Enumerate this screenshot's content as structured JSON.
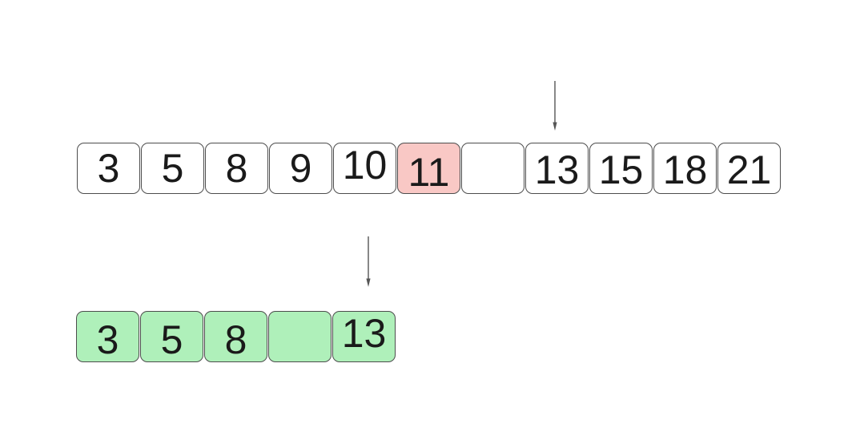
{
  "colors": {
    "background": "#ffffff",
    "cell_fill": "#ffffff",
    "cell_fill_red": "#f9c8c5",
    "cell_fill_green": "#aff0ba",
    "cell_border": "#4d4d4d",
    "text": "#1a1a1a",
    "arrow": "#555555"
  },
  "top_array": {
    "cells": [
      {
        "value": "3",
        "highlight": "none"
      },
      {
        "value": "5",
        "highlight": "none"
      },
      {
        "value": "8",
        "highlight": "none"
      },
      {
        "value": "9",
        "highlight": "none"
      },
      {
        "value": "10",
        "highlight": "none"
      },
      {
        "value": "11",
        "highlight": "red"
      },
      {
        "value": "",
        "highlight": "none"
      },
      {
        "value": "13",
        "highlight": "none"
      },
      {
        "value": "15",
        "highlight": "none"
      },
      {
        "value": "18",
        "highlight": "none"
      },
      {
        "value": "21",
        "highlight": "none"
      }
    ],
    "pointer": {
      "icon": "down-arrow",
      "target_value": "13"
    }
  },
  "bottom_array": {
    "cells": [
      {
        "value": "3",
        "highlight": "green"
      },
      {
        "value": "5",
        "highlight": "green"
      },
      {
        "value": "8",
        "highlight": "green"
      },
      {
        "value": "",
        "highlight": "green"
      },
      {
        "value": "13",
        "highlight": "green"
      }
    ],
    "pointer": {
      "icon": "down-arrow",
      "target_value": "13"
    }
  }
}
